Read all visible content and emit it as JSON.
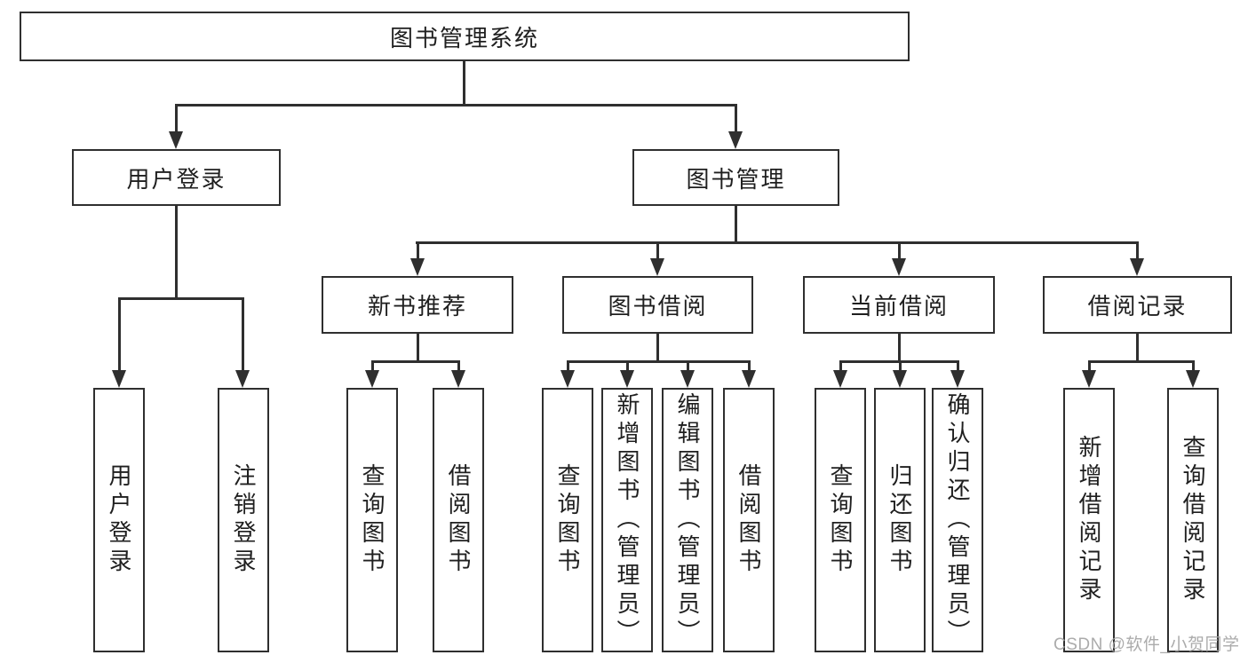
{
  "diagram": {
    "root": {
      "label": "图书管理系统"
    },
    "branches": [
      {
        "label": "用户登录",
        "children": [
          {
            "label": "用户登录"
          },
          {
            "label": "注销登录"
          }
        ]
      },
      {
        "label": "图书管理",
        "children": [
          {
            "label": "新书推荐",
            "children": [
              {
                "label": "查询图书"
              },
              {
                "label": "借阅图书"
              }
            ]
          },
          {
            "label": "图书借阅",
            "children": [
              {
                "label": "查询图书"
              },
              {
                "label": "新增图书（管理员）"
              },
              {
                "label": "编辑图书（管理员）"
              },
              {
                "label": "借阅图书"
              }
            ]
          },
          {
            "label": "当前借阅",
            "children": [
              {
                "label": "查询图书"
              },
              {
                "label": "归还图书"
              },
              {
                "label": "确认归还（管理员）"
              }
            ]
          },
          {
            "label": "借阅记录",
            "children": [
              {
                "label": "新增借阅记录"
              },
              {
                "label": "查询借阅记录"
              }
            ]
          }
        ]
      }
    ]
  },
  "watermark": {
    "text": "CSDN @软件_小贺同学"
  },
  "colors": {
    "line": "#2f2f2f",
    "text": "#1f1f1f",
    "background": "#ffffff",
    "watermark": "#a3a3a3"
  }
}
